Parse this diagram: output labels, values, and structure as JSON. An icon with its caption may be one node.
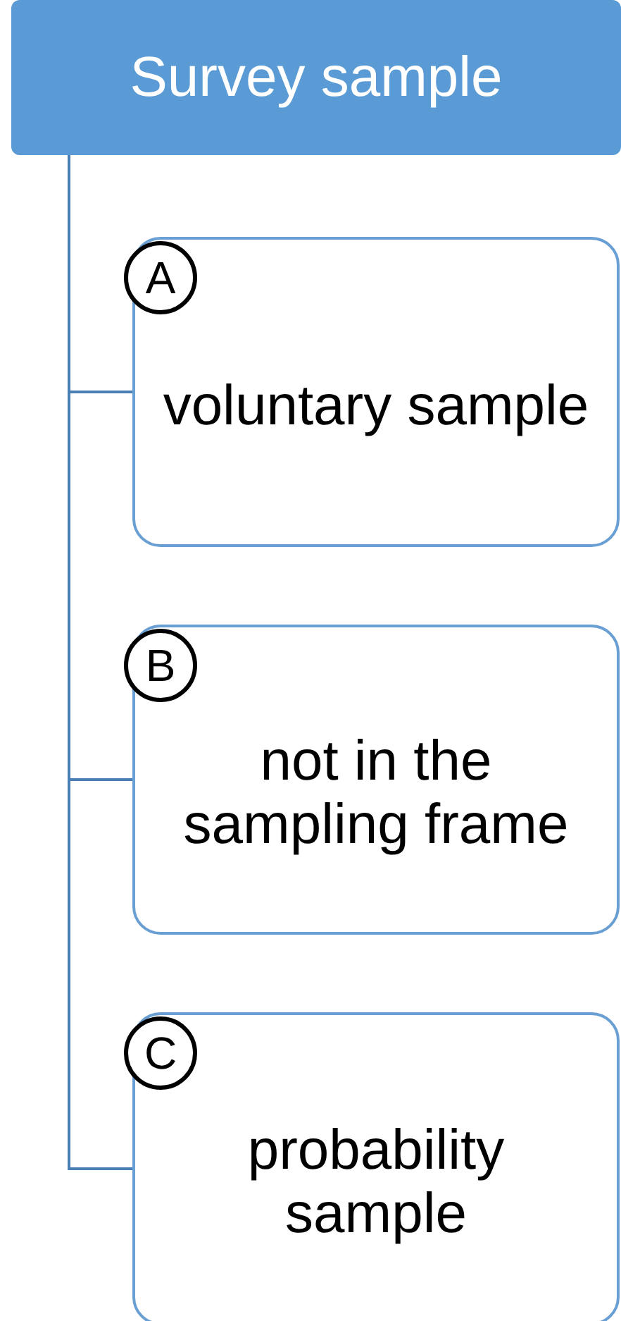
{
  "diagram": {
    "nodes": [
      {
        "text": [
          "Survey sample"
        ]
      },
      {
        "text": [
          "A"
        ]
      },
      {
        "text": [
          "voluntary sample"
        ]
      },
      {
        "text": [
          "B"
        ]
      },
      {
        "text": [
          "not in the sampling frame"
        ]
      },
      {
        "text": [
          "C"
        ]
      },
      {
        "text": [
          "probability sample"
        ]
      }
    ],
    "edges": [
      {
        "from": 0,
        "to": 2,
        "arrow": "none"
      },
      {
        "from": 0,
        "to": 4,
        "arrow": "none"
      },
      {
        "from": 0,
        "to": 6,
        "arrow": "none"
      }
    ]
  }
}
